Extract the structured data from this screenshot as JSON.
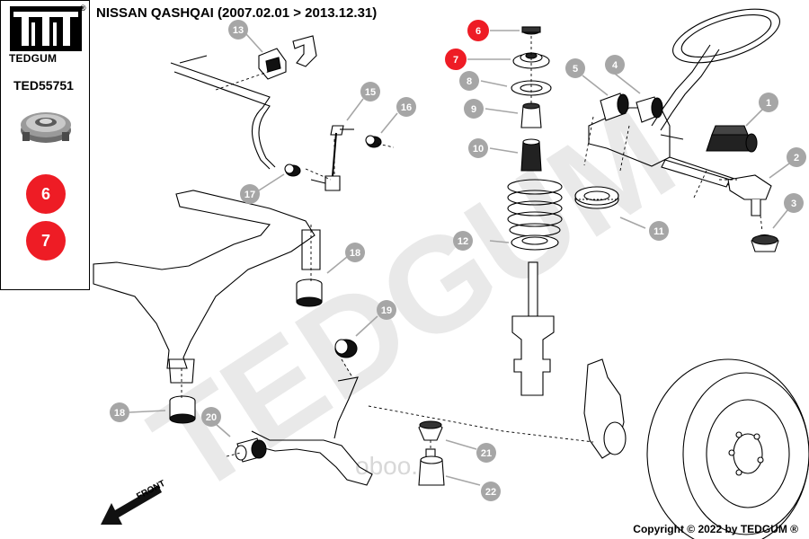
{
  "title": "NISSAN QASHQAI (2007.02.01 > 2013.12.31)",
  "brand": {
    "name": "TEDGUM",
    "reg": "®"
  },
  "part_code": "TED55751",
  "selected_callouts": [
    "6",
    "7"
  ],
  "watermark": "TEDGUM",
  "site_watermark": "oboo.ru",
  "front_label": "FRONT",
  "copyright": "Copyright © 2022 by TEDGUM ®",
  "colors": {
    "callout_red": "#ee1c25",
    "callout_grey": "#a6a6a6",
    "line": "#000000",
    "watermark": "#e9e9e9"
  },
  "labels": {
    "n1": "1",
    "n2": "2",
    "n3": "3",
    "n4": "4",
    "n5": "5",
    "n6": "6",
    "n7": "7",
    "n8": "8",
    "n9": "9",
    "n10": "10",
    "n11": "11",
    "n12": "12",
    "n13": "13",
    "n15": "15",
    "n16": "16",
    "n17": "17",
    "n18a": "18",
    "n18b": "18",
    "n19": "19",
    "n20": "20",
    "n21": "21",
    "n22": "22"
  }
}
